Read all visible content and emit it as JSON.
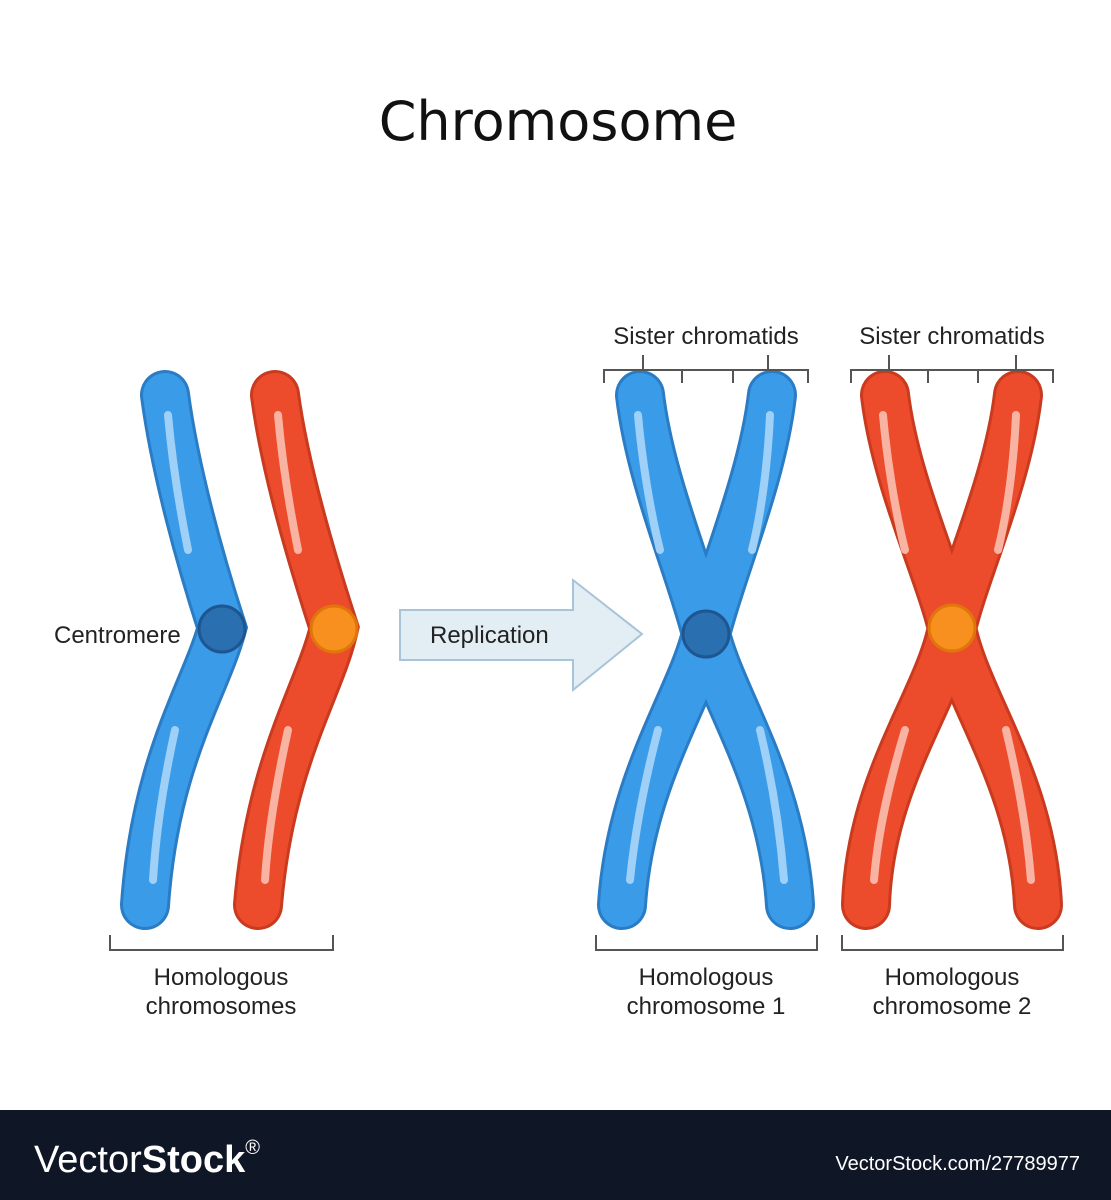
{
  "title": "Chromosome",
  "labels": {
    "centromere": "Centromere",
    "replication": "Replication",
    "sister_chromatids_1": "Sister chromatids",
    "sister_chromatids_2": "Sister chromatids",
    "homologous_line1": "Homologous",
    "homologous_line2": "chromosomes",
    "homologous1_line1": "Homologous",
    "homologous1_line2": "chromosome 1",
    "homologous2_line1": "Homologous",
    "homologous2_line2": "chromosome 2"
  },
  "footer": {
    "brand_light": "Vector",
    "brand_bold": "Stock",
    "registered": "®",
    "image_id": "VectorStock.com/27789977"
  },
  "colors": {
    "blue": "#3a9be8",
    "blue_highlight": "#9fd0f7",
    "blue_centromere": "#2a6fb0",
    "red": "#ec4c2c",
    "red_highlight": "#f8b3a3",
    "orange_centromere": "#f7901e",
    "arrow_fill": "#e3edf4",
    "arrow_stroke": "#a9c3d8",
    "footer_bg": "#0f1626"
  }
}
